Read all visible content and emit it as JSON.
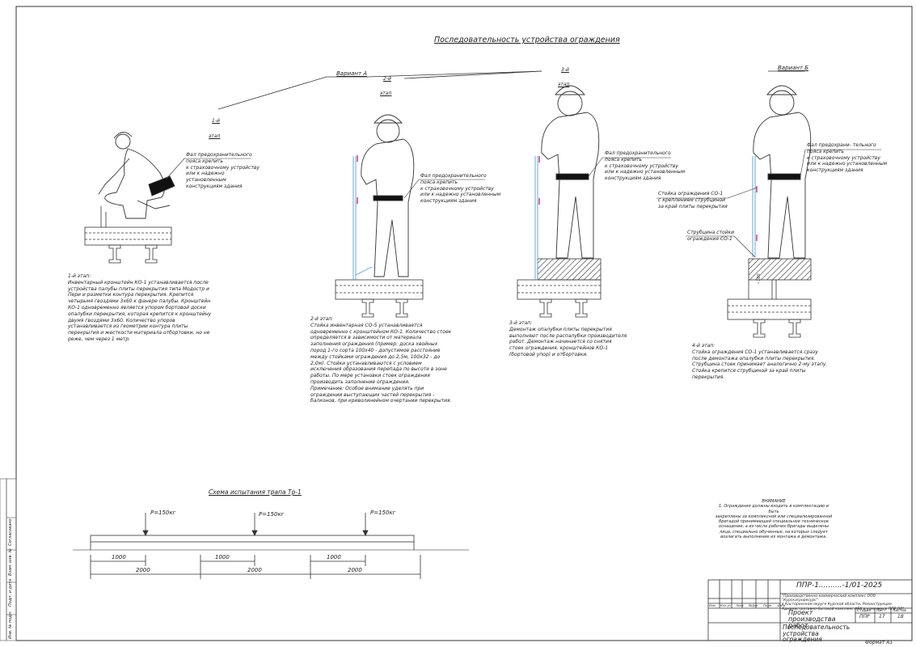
{
  "title": "Последовательность устройства ограждения",
  "variants": {
    "a": "Вариант А",
    "b": "Вариант Б"
  },
  "stages": {
    "s1_num": "1-й",
    "s1_word": "этап",
    "s2_num": "2-й",
    "s2_word": "этап",
    "s3_num": "3-й",
    "s3_word": "этап"
  },
  "callouts": {
    "harness1": [
      "Фал предохранительного",
      "пояса крепить",
      "к страховочному устройству",
      "или к надежно установленным",
      "конструкциям здания"
    ],
    "harness2": [
      "Фал предохранительного",
      "пояса крепить",
      "к страховочному устройству",
      "или к надежно установленным",
      "конструкциям здания"
    ],
    "harness3": [
      "Фал предохранительного",
      "пояса крепить",
      "к страховочному устройству",
      "или к надежно установленным",
      "конструкциям здания"
    ],
    "harness4": [
      "Фал предохрани- тельного",
      "пояса крепить",
      "к страховочному устройству",
      "или к надежно установленным",
      "конструкциям здания"
    ],
    "post": [
      "Стойка ограждения СО-1",
      "с креплением струбциной",
      "за край плиты перекрытия"
    ],
    "clamp": [
      "Струбцина стойки",
      "ограждения СО-1"
    ]
  },
  "dim_label": "~100",
  "descriptions": {
    "d1": {
      "head": "1-й этап:",
      "lines": [
        "Инвентарный кронштейн КО-1 устанавливается после",
        "устройства палубы плиты перекрытия типа Модостр и",
        "Пери и разметки контура перекрытия. Крепится",
        "четырьмя гвоздями 3х60 к фанере палубы. Кронштейн",
        "КО-1 одновременно является упором бортовой доски",
        "опалубки перекрытия, которая крепится к кронштейну",
        "двумя гвоздями 3х60. Количество упоров",
        "устанавливается из геометрии контура плиты",
        "перекрытия и жесткости материала отбортовки, но не",
        "реже, чем через 1 метр."
      ]
    },
    "d2": {
      "head": "2-й этап:",
      "lines": [
        "Стойка инвентарная СО-5 устанавливается",
        "одновременно с кронштейном КО-1. Количество стоек",
        "определяется в зависимости от материала",
        "заполнения ограждения (пример: доска хвойных",
        "пород 1-го сорта 100х40 - допустимое расстояние",
        "между стойками ограждения до 2,5м, 100х32 - до",
        "2,0м). Стойки устанавливаются с условием",
        "исключения образования перепада по высоте в зоне",
        "работы. По мере установки стоек ограждения",
        "производить заполнение ограждения.",
        "Примечание: Особое внимание уделять при",
        "ограждении выступающих частей перекрытия -",
        "балконов, при криволинейном очертании перекрытия."
      ]
    },
    "d3": {
      "head": "3-й этап:",
      "lines": [
        "Демонтаж опалубки плиты перекрытия",
        "выполняют после распалубки производителя",
        "работ. Демонтаж начинается со снятия",
        "стоек ограждения, кронштейнов КО-1",
        "(бортовой упор) и отбортовки."
      ]
    },
    "d4": {
      "head": "4-й этап:",
      "lines": [
        "Стойка ограждения СО-1 устанавливается сразу",
        "после демонтажа опалубки плиты перекрытия.",
        "Струбцина стоек принимает аналогично 2-му этапу.",
        "Стойка крепится струбциной за край плиты",
        "перекрытия."
      ]
    }
  },
  "test_scheme": {
    "title": "Схема испытания трапа Тр-1",
    "loads": [
      "P=150кг",
      "P=150кг",
      "P=150кг"
    ],
    "dims_small": [
      "1000",
      "1000",
      "1000"
    ],
    "dims_large": [
      "2000",
      "2000",
      "2000"
    ]
  },
  "attention": {
    "head": "ВНИМАНИЕ",
    "lines": [
      "1. Ограждения должны входить в комплектацию и быть",
      "закреплены за комплексной или специализированной",
      "бригадой принимающей специальное техническое",
      "оснащение, а из числа рабочих бригады выделены",
      "лица, специально обученные, на которых следует",
      "возлагать выполнение их монтажа и демонтажа."
    ]
  },
  "title_block": {
    "code": "ППР-1..........-1/01-2025",
    "company": [
      "\"Производственно-коммерческий комплекс ООО \"Курскагроресурс\"",
      "в Касторенском округе Курской области. Реконструкция.",
      "Административно-бытовой комплекс АБК в комплексе ППР ОВ\""
    ],
    "project": "Проект производства работ",
    "sheet_title": "Последовательность устройства ограждения",
    "headers": [
      "Изм",
      "Кол.уч",
      "Лист",
      "№Док",
      "Подп.",
      "Дата"
    ],
    "stage_h": "Стадия",
    "sheet_h": "Лист",
    "sheets_h": "Листов",
    "stage": "ППР",
    "sheet": "17",
    "sheets": "18",
    "format": "Формат А1"
  },
  "side_stamp": [
    "Инв. № подл.",
    "Подп. и дата",
    "Взам. инв. №",
    "Согласовано"
  ]
}
